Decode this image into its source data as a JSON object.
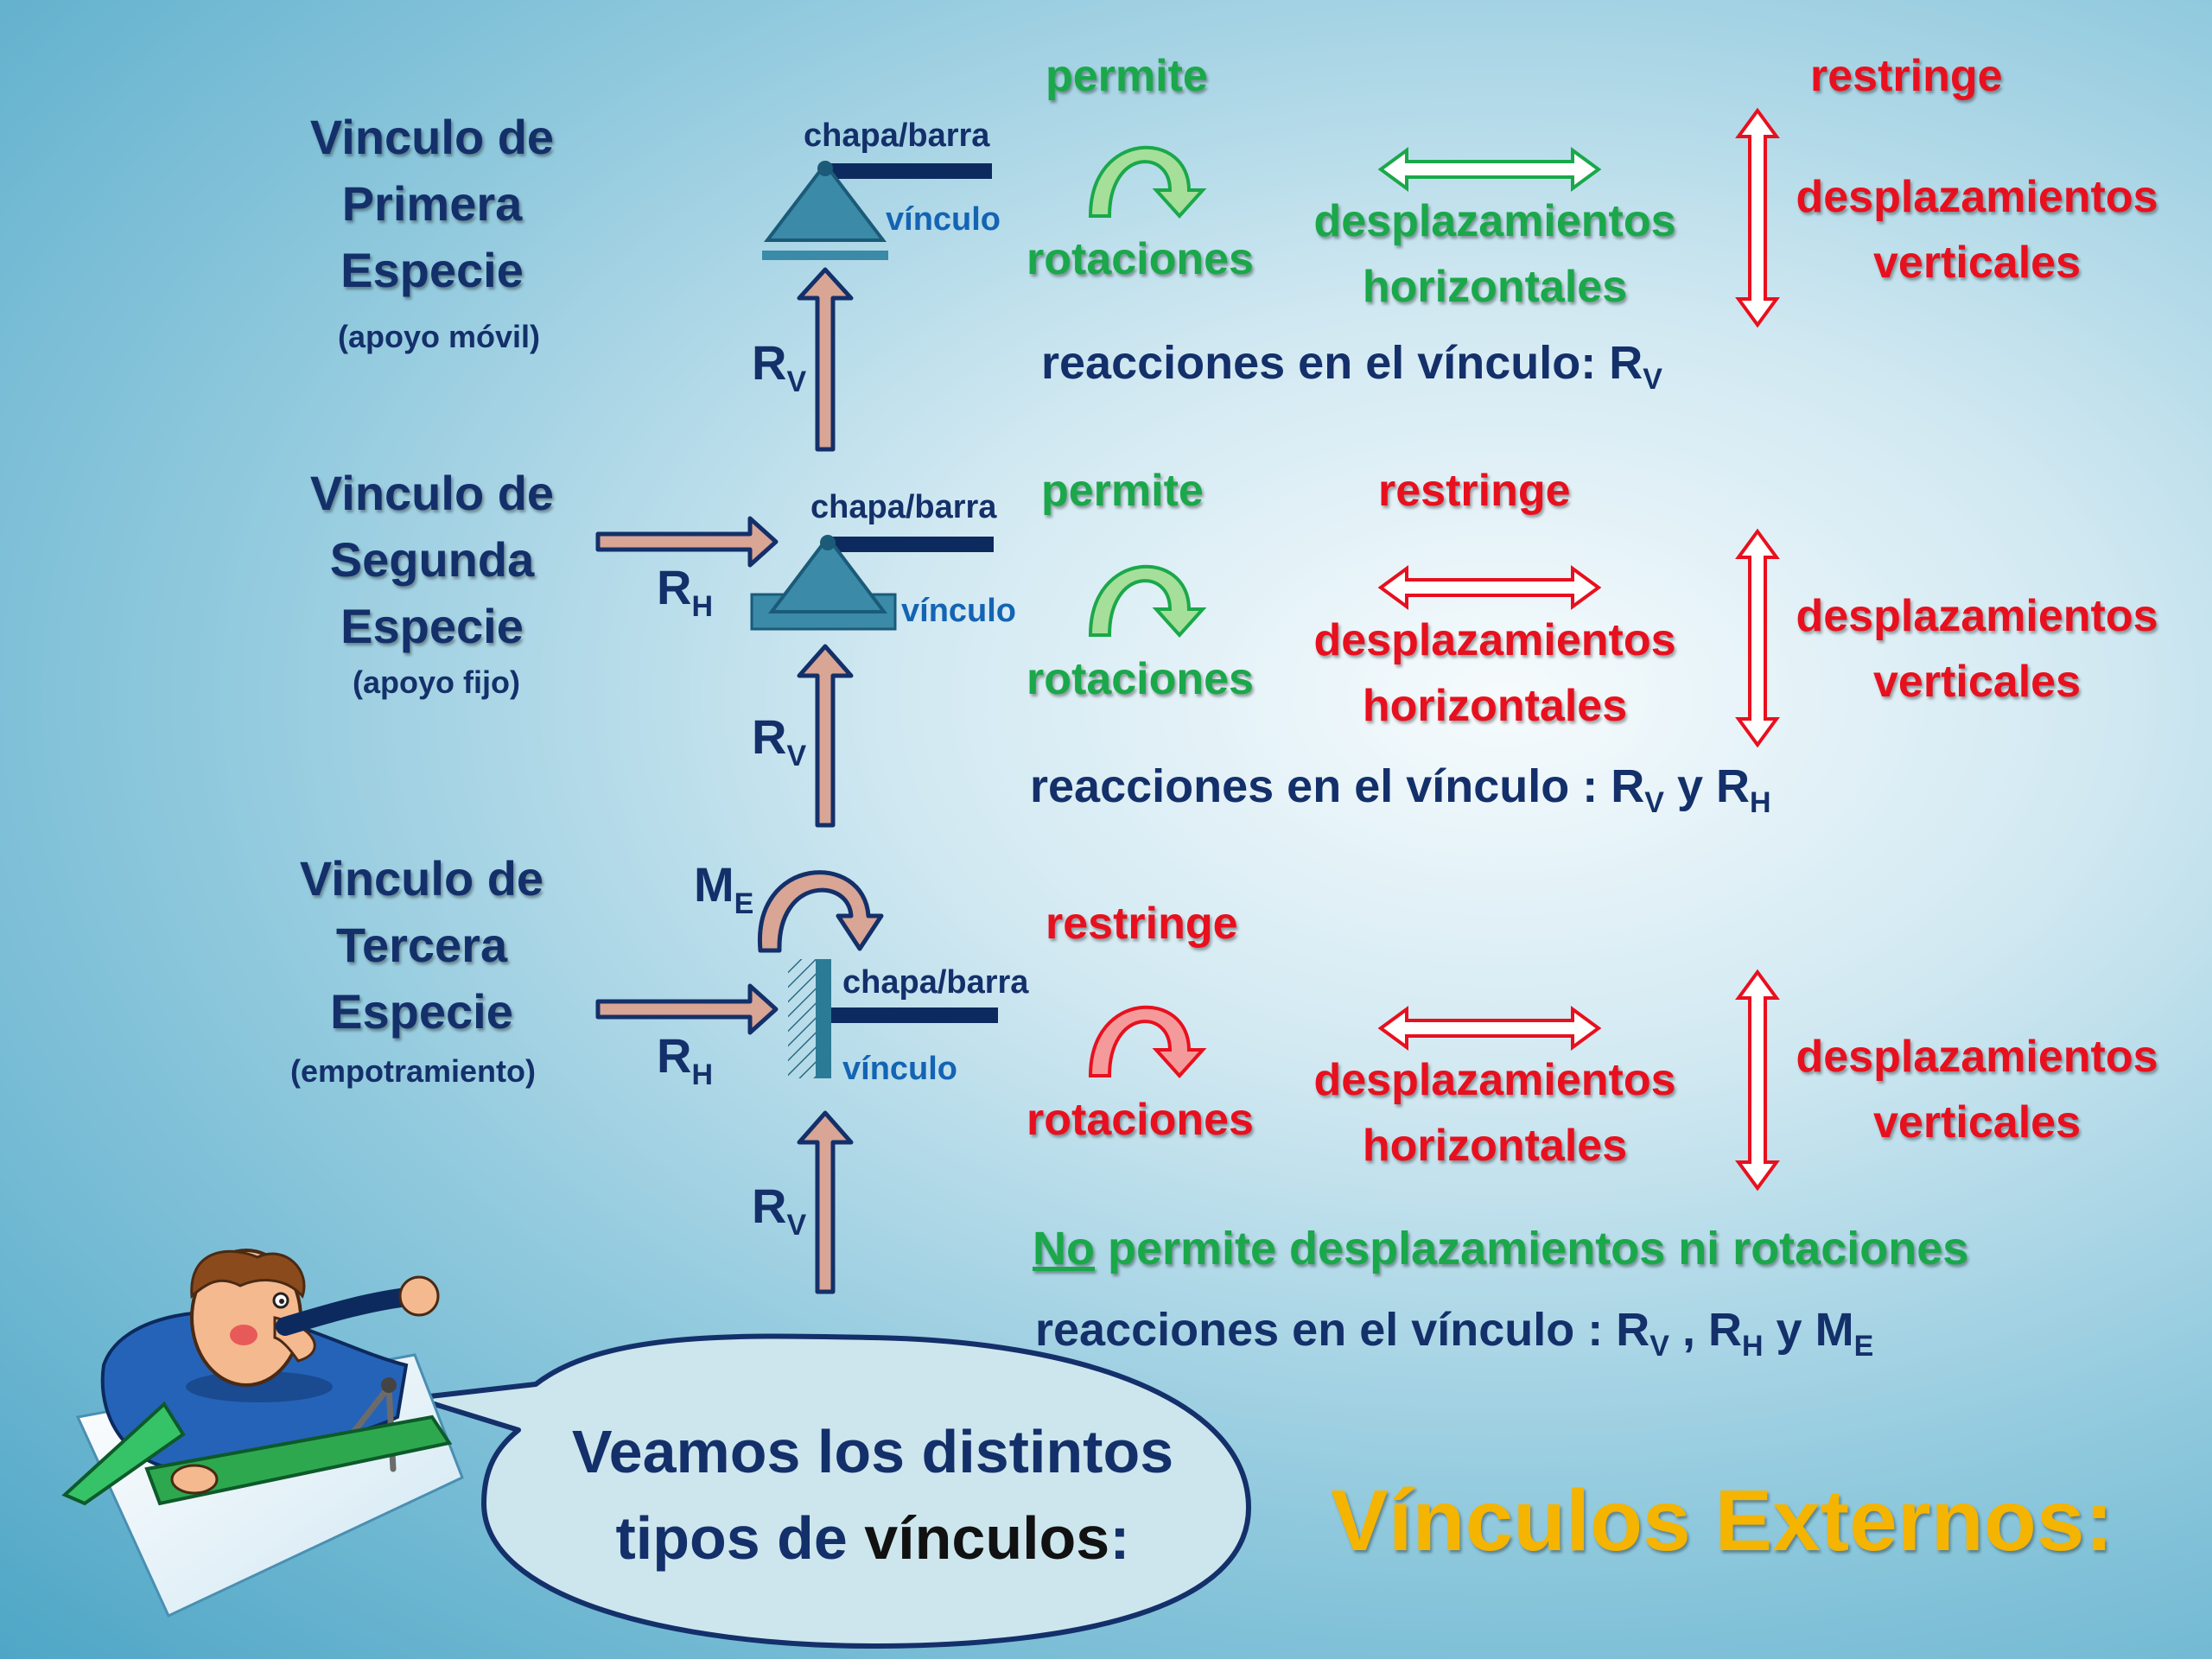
{
  "title": "Vínculos Externos:",
  "bubble": {
    "line1": "Veamos los distintos",
    "line2_a": "tipos de ",
    "line2_b": "vínculos",
    "line2_c": ":"
  },
  "labels": {
    "permite": "permite",
    "restringe": "restringe",
    "rotaciones": "rotaciones",
    "desplazamientos": "desplazamientos",
    "horizontales": "horizontales",
    "verticales": "verticales",
    "chapa_barra": "chapa/barra",
    "vinculo": "vínculo",
    "R": "R",
    "M": "M",
    "sub_V": "V",
    "sub_H": "H",
    "sub_E": "E"
  },
  "first_species": {
    "line1": "Vinculo de",
    "line2": "Primera",
    "line3": "Especie",
    "subtitle": "(apoyo móvil)",
    "reactions_prefix": "reacciones en el vínculo: R"
  },
  "second_species": {
    "line1": "Vinculo de",
    "line2": "Segunda",
    "line3": "Especie",
    "subtitle": "(apoyo fijo)",
    "reactions_prefix": "reacciones en el vínculo : R",
    "reactions_sep": " y R"
  },
  "third_species": {
    "line1": "Vinculo de",
    "line2": "Tercera",
    "line3": "Especie",
    "subtitle": "(empotramiento)",
    "no": "No",
    "no_rest": " permite desplazamientos ni rotaciones",
    "reactions_prefix": "reacciones en el vínculo : R",
    "reactions_sep1": " , R",
    "reactions_sep2": " y M"
  },
  "colors": {
    "navy": "#14306a",
    "green": "#1aa84a",
    "red": "#e8101e",
    "blue": "#1464b4",
    "orange": "#f4b400",
    "support": "#3a8aa8",
    "arrow_fill": "#d9a594"
  }
}
